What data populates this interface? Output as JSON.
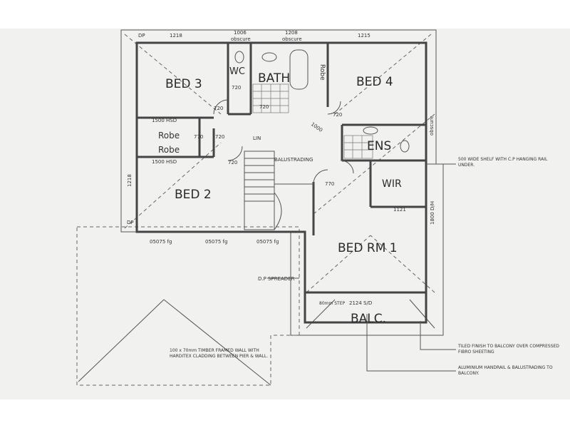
{
  "rooms": {
    "bed3": "BED 3",
    "bath": "BATH",
    "wc": "WC",
    "bed4": "BED 4",
    "ens": "ENS",
    "bed2": "BED 2",
    "wir": "WIR",
    "bed1": "BED RM 1",
    "balc": "BALC.",
    "robe_top": "Robe",
    "robe_left1": "Robe",
    "robe_left2": "Robe"
  },
  "dims": {
    "top_dp": "DP",
    "top_1218a": "1218",
    "top_1006": "1006",
    "top_1006_sub": "obscure",
    "top_1208": "1208",
    "top_1208_sub": "obscure",
    "top_1215": "1215",
    "win_1500a": "1500 HSD",
    "win_1500b": "1500 HSD",
    "d720_bed3": "720",
    "d720_wc": "720",
    "d720_bath": "720",
    "d720_bed4": "720",
    "d720_robe": "720",
    "d720_bed2": "720",
    "d770_lin": "770",
    "d770_bed1": "770",
    "d1000": "1000",
    "lin": "LIN",
    "balustrading": "BALUSTRADING",
    "left_1218": "1218",
    "right_obscure": "obscure",
    "dim_1121": "1121",
    "d1800": "1800 D/H",
    "bot_05075_1": "05075 fg",
    "bot_05075_2": "05075 fg",
    "bot_05075_3": "05075 fg",
    "dp_spreader": "D.P SPREADER",
    "sd_2124": "2124 S/D",
    "balc_step": "80mm STEP",
    "dp_left": "DP"
  },
  "notes": {
    "shelf": "500 WIDE SHELF WITH C.P HANGING RAIL UNDER.",
    "wall": "100 x 70mm TIMBER FRAMED WALL WITH HARDITEX CLADDING BETWEEN PIER & WALL.",
    "tiled": "TILED FINISH TO BALCONY OVER COMPRESSED FIBRO SHEETING",
    "handrail": "ALUMINIUM HANDRAIL & BALUSTRADING TO BALCONY."
  }
}
